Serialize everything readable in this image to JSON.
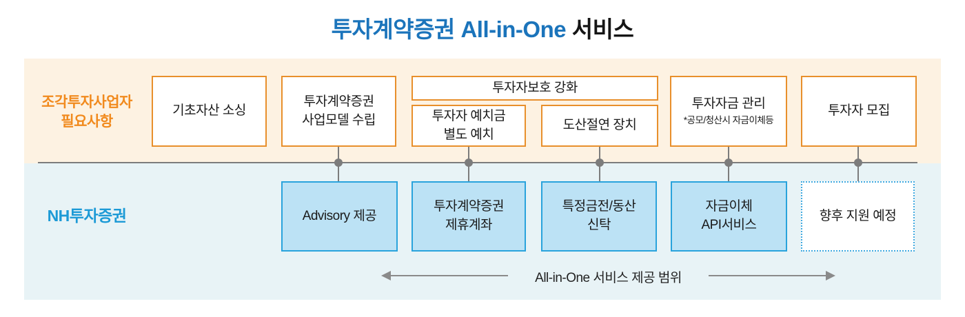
{
  "title": {
    "highlight": "투자계약증권 All-in-One",
    "suffix": " 서비스"
  },
  "provider_section": {
    "label_line1": "조각투자사업자",
    "label_line2": "필요사항"
  },
  "nh_section": {
    "label": "NH투자증권"
  },
  "top_boxes": {
    "asset_sourcing": {
      "line1": "기초자산 소싱"
    },
    "business_model": {
      "line1": "투자계약증권",
      "line2": "사업모델 수립"
    },
    "investor_protection_header": {
      "line1": "투자자보호 강화"
    },
    "deposit_separation": {
      "line1": "투자자 예치금",
      "line2": "별도 예치"
    },
    "bankruptcy_remoteness": {
      "line1": "도산절연 장치"
    },
    "fund_management": {
      "line1": "투자자금 관리",
      "note": "*공모/청산시 자금이체등"
    },
    "investor_recruitment": {
      "line1": "투자자 모집"
    }
  },
  "bottom_boxes": {
    "advisory": {
      "line1": "Advisory 제공"
    },
    "partner_account": {
      "line1": "투자계약증권",
      "line2": "제휴계좌"
    },
    "trust": {
      "line1": "특정금전/동산",
      "line2": "신탁"
    },
    "transfer_api": {
      "line1": "자금이체",
      "line2": "API서비스"
    },
    "future_support": {
      "line1": "향후 지원 예정"
    }
  },
  "arrow": {
    "label": "All-in-One 서비스 제공 범위"
  },
  "colors": {
    "title_blue": "#1B74BB",
    "orange_border": "#E88F2B",
    "orange_label": "#F18A1D",
    "nh_blue": "#1C9AD6",
    "top_band_bg": "#FDF2E2",
    "bottom_band_bg": "#E8F3F6",
    "bottom_box_fill": "#BCE2F5",
    "bottom_box_border": "#29A3DC",
    "dashed_border": "#3FA9E0",
    "connector_gray": "#7C7C7C",
    "arrow_gray": "#8A8A8A"
  }
}
